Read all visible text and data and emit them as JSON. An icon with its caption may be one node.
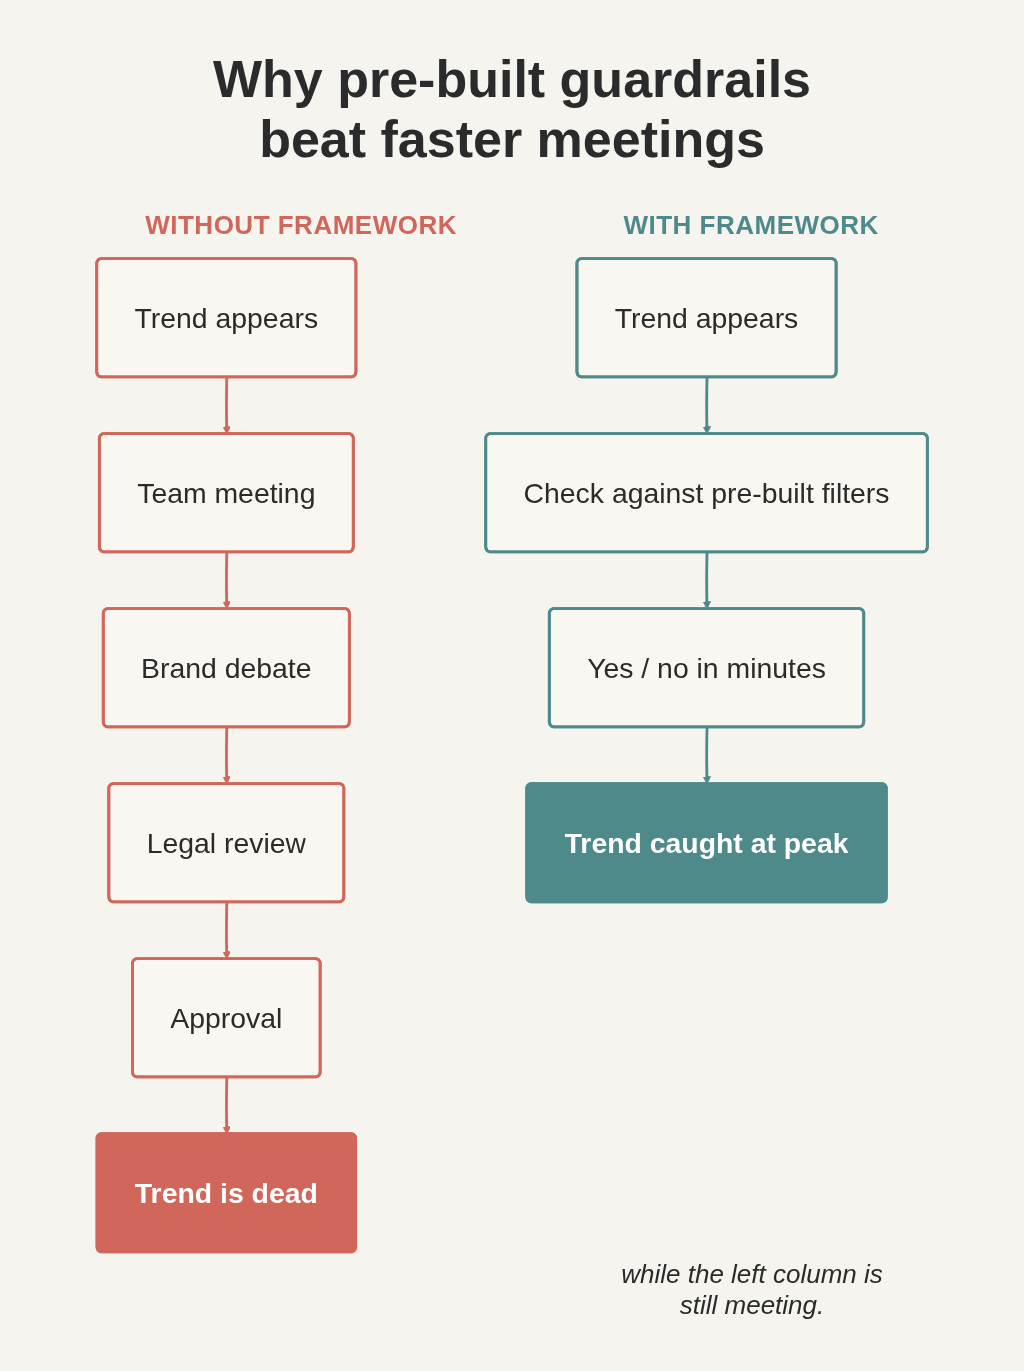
{
  "diagram": {
    "title": "Why pre-built guardrails beat faster meetings",
    "nodes": [
      {
        "text": [
          "Trend appears"
        ]
      },
      {
        "text": [
          "Team meeting"
        ]
      },
      {
        "text": [
          "Brand debate"
        ]
      },
      {
        "text": [
          "Legal review"
        ]
      },
      {
        "text": [
          "Approval"
        ]
      },
      {
        "text": [
          "Trend is dead"
        ]
      },
      {
        "text": [
          "Trend appears"
        ]
      },
      {
        "text": [
          "Check against pre-built filters"
        ]
      },
      {
        "text": [
          "Yes / no in minutes"
        ]
      },
      {
        "text": [
          "Trend caught at peak"
        ]
      }
    ],
    "edges": [
      {
        "from": 0,
        "to": 1,
        "arrow": "to"
      },
      {
        "from": 1,
        "to": 2,
        "arrow": "to"
      },
      {
        "from": 2,
        "to": 3,
        "arrow": "to"
      },
      {
        "from": 3,
        "to": 4,
        "arrow": "to"
      },
      {
        "from": 4,
        "to": 5,
        "arrow": "to"
      },
      {
        "from": 6,
        "to": 7,
        "arrow": "to",
        "color": "#4f8a8b"
      },
      {
        "from": 7,
        "to": 8,
        "arrow": "to",
        "color": "#4f8a8b"
      },
      {
        "from": 8,
        "to": 9,
        "arrow": "to",
        "color": "#4f8a8b"
      }
    ],
    "labels": [
      "WITHOUT FRAMEWORK",
      "WITH FRAMEWORK",
      "while the left column is still meeting."
    ]
  }
}
